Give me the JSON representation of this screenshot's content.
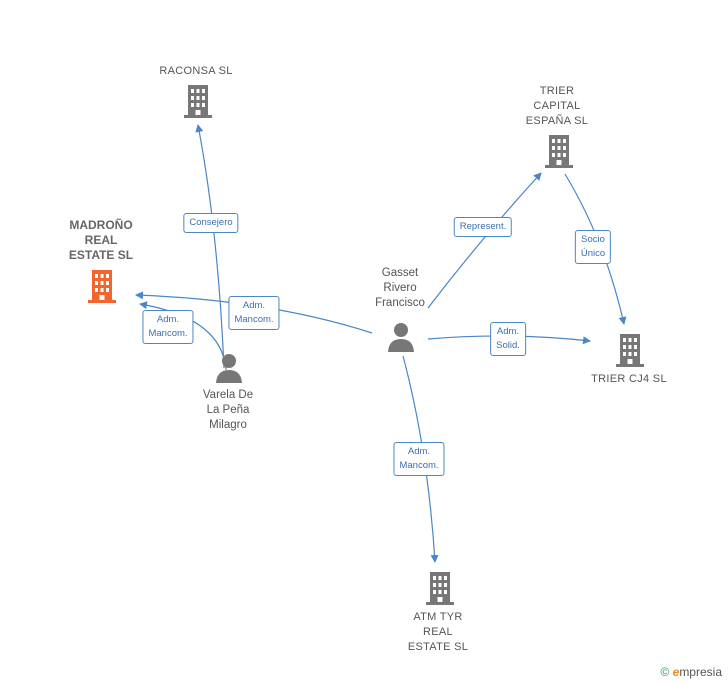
{
  "nodes": {
    "raconsa": {
      "label": "RACONSA SL"
    },
    "trier_capital": {
      "label_lines": [
        "TRIER",
        "CAPITAL",
        "ESPAÑA  SL"
      ]
    },
    "madrono": {
      "label_lines": [
        "MADROÑO",
        "REAL",
        "ESTATE  SL"
      ]
    },
    "gasset": {
      "label_lines": [
        "Gasset",
        "Rivero",
        "Francisco"
      ]
    },
    "varela": {
      "label_lines": [
        "Varela De",
        "La Peña",
        "Milagro"
      ]
    },
    "trier_cj4": {
      "label": "TRIER CJ4  SL"
    },
    "atm_tyr": {
      "label_lines": [
        "ATM TYR",
        "REAL",
        "ESTATE  SL"
      ]
    }
  },
  "edges": {
    "consejero": "Consejero",
    "adm_mancom_1": [
      "Adm.",
      "Mancom."
    ],
    "adm_mancom_2": [
      "Adm.",
      "Mancom."
    ],
    "represent": "Represent.",
    "socio_unico": [
      "Socio",
      "Único"
    ],
    "adm_solid": [
      "Adm.",
      "Solid."
    ],
    "adm_mancom_3": [
      "Adm.",
      "Mancom."
    ]
  },
  "colors": {
    "edge": "#4a86c8",
    "building": "#777777",
    "main_building": "#f2652f",
    "person": "#777777"
  },
  "footer": {
    "copyright": "©",
    "brand_e": "e",
    "brand_rest": "mpresia"
  }
}
